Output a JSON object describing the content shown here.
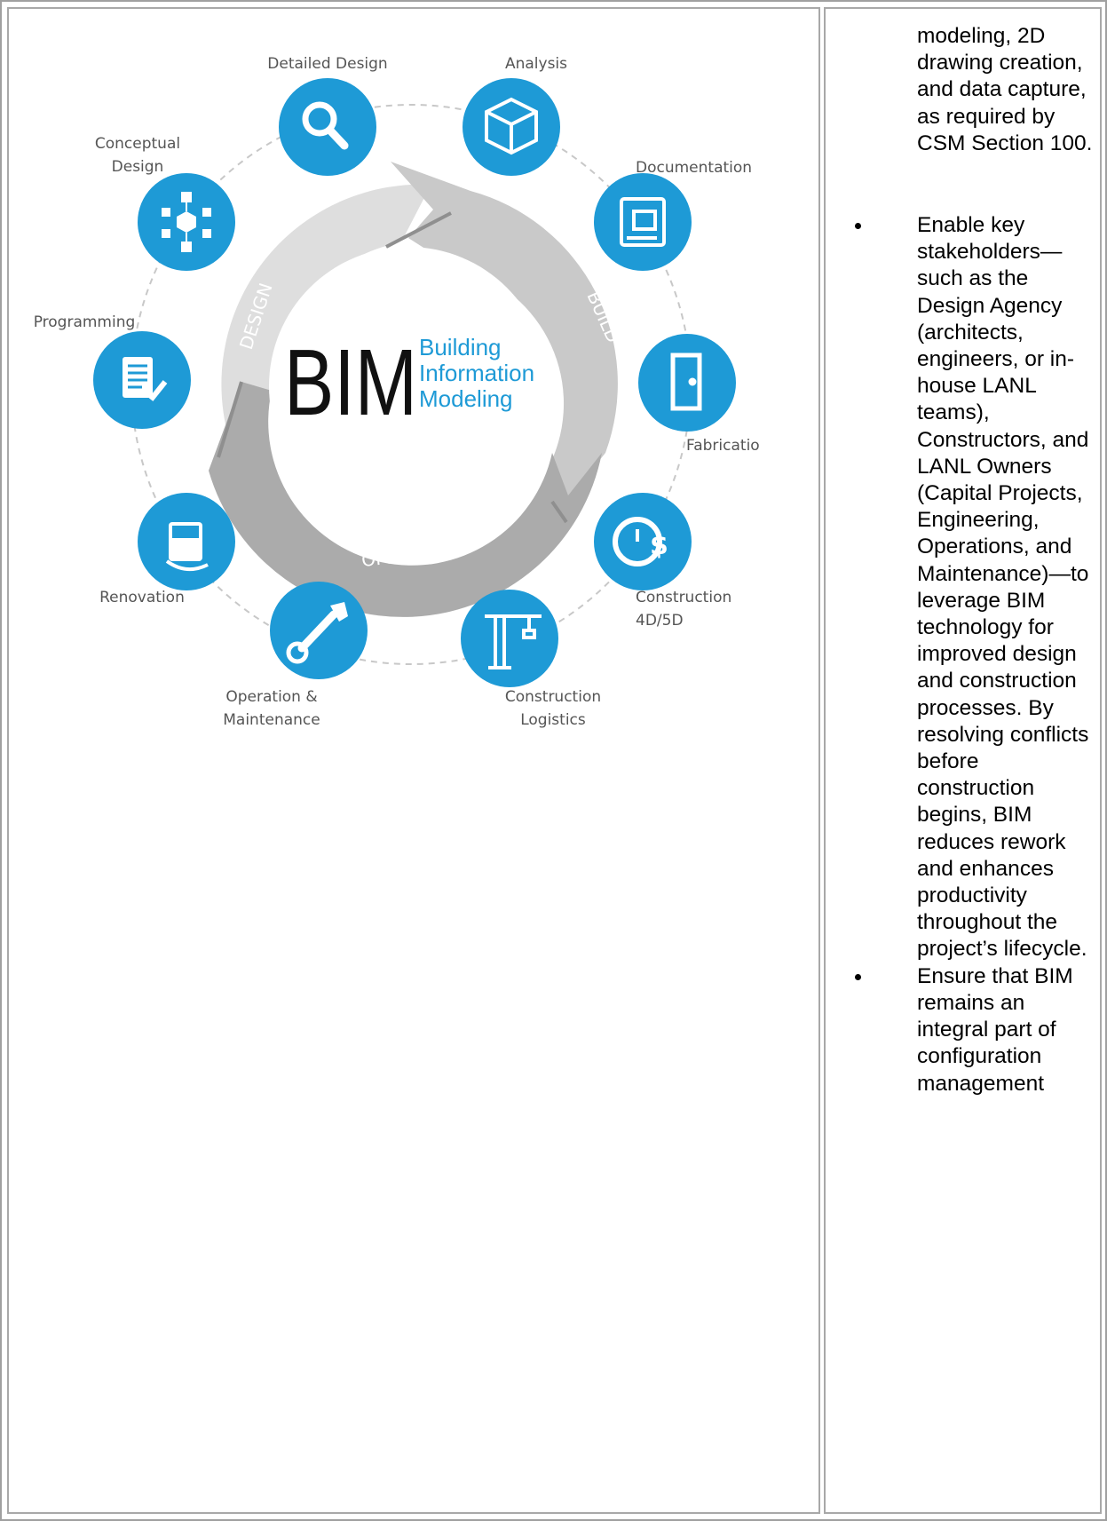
{
  "diagram": {
    "center": {
      "acronym": "BIM",
      "line1": "Building",
      "line2": "Information",
      "line3": "Modeling"
    },
    "phases": {
      "design": "DESIGN",
      "build": "BUILD",
      "operate": "OPERATE"
    },
    "stages": {
      "detailed_design": "Detailed Design",
      "analysis": "Analysis",
      "documentation": "Documentation",
      "fabrication": "Fabricatio",
      "construction_4d5d_line1": "Construction",
      "construction_4d5d_line2": "4D/5D",
      "construction_logistics_line1": "Construction",
      "construction_logistics_line2": "Logistics",
      "operation_maintenance_line1": "Operation &",
      "operation_maintenance_line2": "Maintenance",
      "renovation": "Renovation",
      "programming": "Programming",
      "conceptual_design_line1": "Conceptual",
      "conceptual_design_line2": "Design"
    },
    "colors": {
      "accent": "#1e9ad6",
      "arrow_light": "#dcdcdc",
      "arrow_dark": "#a9a9a9",
      "text": "#555555"
    }
  },
  "text_column": {
    "first_line": "modeling, 2D drawing creation, and data capture, as required by CSM Section 100.",
    "bullets": [
      "Enable key stakeholders—such as the Design Agency (architects, engineers, or in-house LANL teams), Constructors, and LANL Owners (Capital Projects, Engineering, Operations, and Maintenance)—to leverage BIM technology for improved design and construction processes. By resolving conflicts before construction begins, BIM reduces rework and enhances productivity throughout the project’s lifecycle.",
      "Ensure that BIM remains an integral part of configuration management"
    ]
  }
}
